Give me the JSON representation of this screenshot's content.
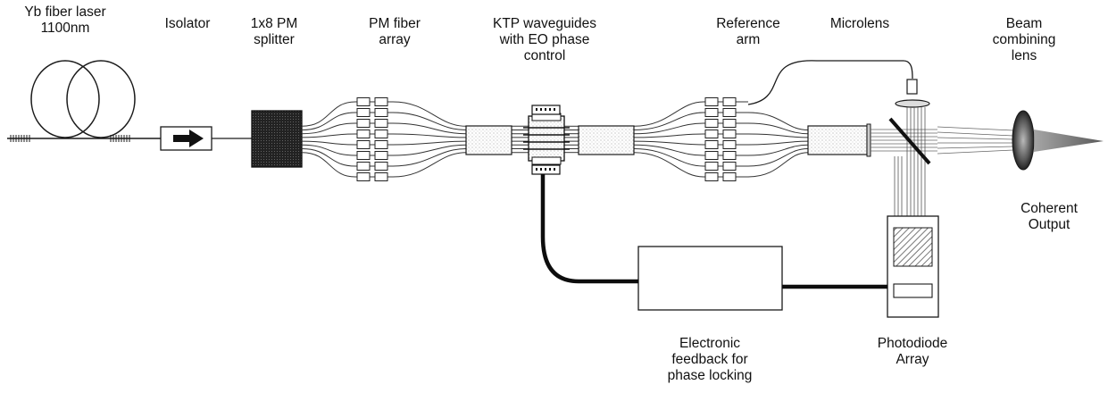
{
  "labels": {
    "laser": [
      "Yb fiber laser",
      "1100nm"
    ],
    "isolator": [
      "Isolator"
    ],
    "splitter": [
      "1x8 PM",
      "splitter"
    ],
    "fiber_array": [
      "PM fiber",
      "array"
    ],
    "ktp": [
      "KTP waveguides",
      "with EO phase",
      "control"
    ],
    "reference": [
      "Reference",
      "arm"
    ],
    "microlens": [
      "Microlens"
    ],
    "combining_lens": [
      "Beam",
      "combining",
      "lens"
    ],
    "output": [
      "Coherent",
      "Output"
    ],
    "feedback": [
      "Electronic",
      "feedback for",
      "phase locking"
    ],
    "photodiode": [
      "Photodiode",
      "Array"
    ]
  },
  "colors": {
    "line": "#1a1a1a",
    "stipple": "#9a9a9a",
    "splitter_fill": "#2a2a2a"
  }
}
